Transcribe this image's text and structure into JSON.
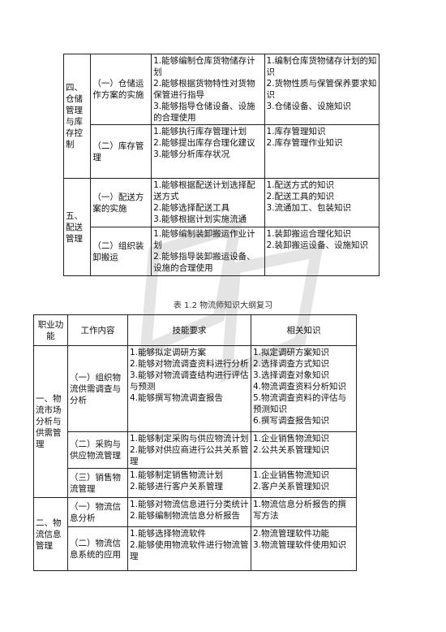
{
  "table1": {
    "rows": [
      {
        "func": "四、仓储管理与库存控制",
        "work": "（一）仓储运作方案的实施",
        "skills": [
          "1.能够编制仓库货物储存计划",
          "2.能够根据货物特性对货物保管进行指导",
          "3.能够指导仓储设备、设施的合理使用"
        ],
        "knowledge": [
          "1.编制仓库货物储存计划的知识",
          "2.货物性质与保管保养要求知识",
          "3.仓储设备、设施知识"
        ]
      },
      {
        "work": "（二）库存管理",
        "skills": [
          "1.能够执行库存管理计划",
          "2.能够提出库存合理化建议",
          "3.能够分析库存状况"
        ],
        "knowledge": [
          "1.库存管理知识",
          "2.库存管理作业知识"
        ]
      },
      {
        "func": "五、配送管理",
        "work": "（一）配送方案的实施",
        "skills": [
          "1.能够根据配送计划选择配送方式",
          "2.能够选择配送工具",
          "3.能够根据计划实施流通"
        ],
        "knowledge": [
          "1.配送方式的知识",
          "2.配送工具的知识",
          "3.流通加工、包装知识"
        ]
      },
      {
        "work": "（二）组织装卸搬运",
        "skills": [
          "1.能够编制装卸搬运作业计划",
          "2.能够指导装卸搬运设备、设施的合理使用"
        ],
        "knowledge": [
          "1.装卸搬运合理化知识",
          "2.装卸搬运设备、设施知识"
        ]
      }
    ]
  },
  "caption": "表 1.2  物流师知识大纲复习",
  "table2": {
    "headers": [
      "职业功能",
      "工作内容",
      "技能要求",
      "相关知识"
    ],
    "rows": [
      {
        "func": "一、物流市场分析与供需管理",
        "work": "（一）组织物流供需调查与分析",
        "skills": [
          "1.能够拟定调研方案",
          "2.能够对物流调查资料进行分析",
          "3.能够对物流调查结构进行评估与预测",
          "4.能够撰写物流调查报告"
        ],
        "knowledge": [
          "1.拟定调研方案知识",
          "2.选择调查方式知识",
          "3.选择调查对象知识",
          "4.物流调查资料分析知识",
          "5.物流调查资料的评估与预测知识",
          "6.撰写调查报告知识"
        ]
      },
      {
        "work": "（二）采购与供应物流管理",
        "skills": [
          "1.能够制定采购与供应物流计划",
          "2.能够对供应商进行公共关系管理"
        ],
        "knowledge": [
          "1.企业销售物流知识",
          "2.公共关系管理知识"
        ]
      },
      {
        "work": "（三）销售物流管理",
        "skills": [
          "1.能够制定销售物流计划",
          "2.能够进行客户关系管理"
        ],
        "knowledge": [
          "1.企业销售物流知识",
          "2.客户关系管理知识"
        ]
      },
      {
        "func": "二、物流信息管理",
        "work": "（一）物流信息分析",
        "skills": [
          "1.能够对物流信息进行分类统计",
          "2.能够编制物流信息分析报告"
        ],
        "knowledge": [
          "1.物流信息分析报告的撰写方法"
        ]
      },
      {
        "work": "（二）物流信息系统的应用",
        "skills": [
          "1.能够选择物流软件",
          "2.能够使用物流软件进行物流管理"
        ],
        "knowledge": [
          "2.物流管理软件功能",
          "3.物流管理软件使用知识"
        ]
      }
    ]
  }
}
